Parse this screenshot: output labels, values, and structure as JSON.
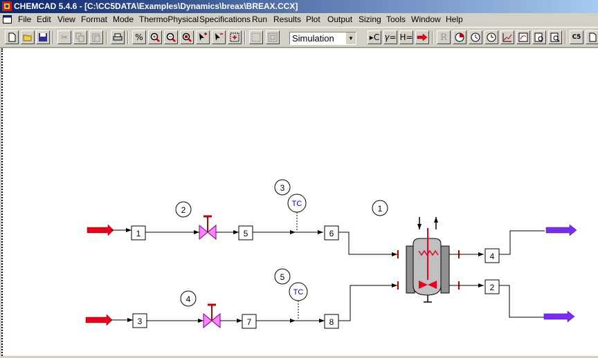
{
  "window": {
    "title": "CHEMCAD 5.4.6 - [C:\\CC5DATA\\Examples\\Dynamics\\breax\\BREAX.CCX]"
  },
  "menu": [
    "File",
    "Edit",
    "View",
    "Format",
    "Mode",
    "ThermoPhysical",
    "Specifications",
    "Run",
    "Results",
    "Plot",
    "Output",
    "Sizing",
    "Tools",
    "Window",
    "Help"
  ],
  "toolbar": {
    "mode_value": "Simulation",
    "percent_label": "%",
    "run_c_label": "▸C",
    "gamma_label": "γ=",
    "h_label": "H=",
    "r_label": "R",
    "cc_label": "C5"
  },
  "flowsheet": {
    "streams": {
      "s1": "1",
      "s2": "2",
      "s3": "3",
      "s4": "4",
      "s5": "5",
      "s6": "6",
      "s7": "7",
      "s8": "8"
    },
    "units": {
      "u1": "1",
      "u2": "2",
      "u3": "3",
      "u4": "4",
      "u5": "5"
    },
    "controllers": {
      "tc_top": "TC",
      "tc_bottom": "TC"
    }
  },
  "colors": {
    "feed_arrow": "#e8001c",
    "product_arrow": "#7a2cf0",
    "valve": "#ff80ff",
    "valve_stem": "#c00000",
    "controller_text": "#0000cc"
  }
}
